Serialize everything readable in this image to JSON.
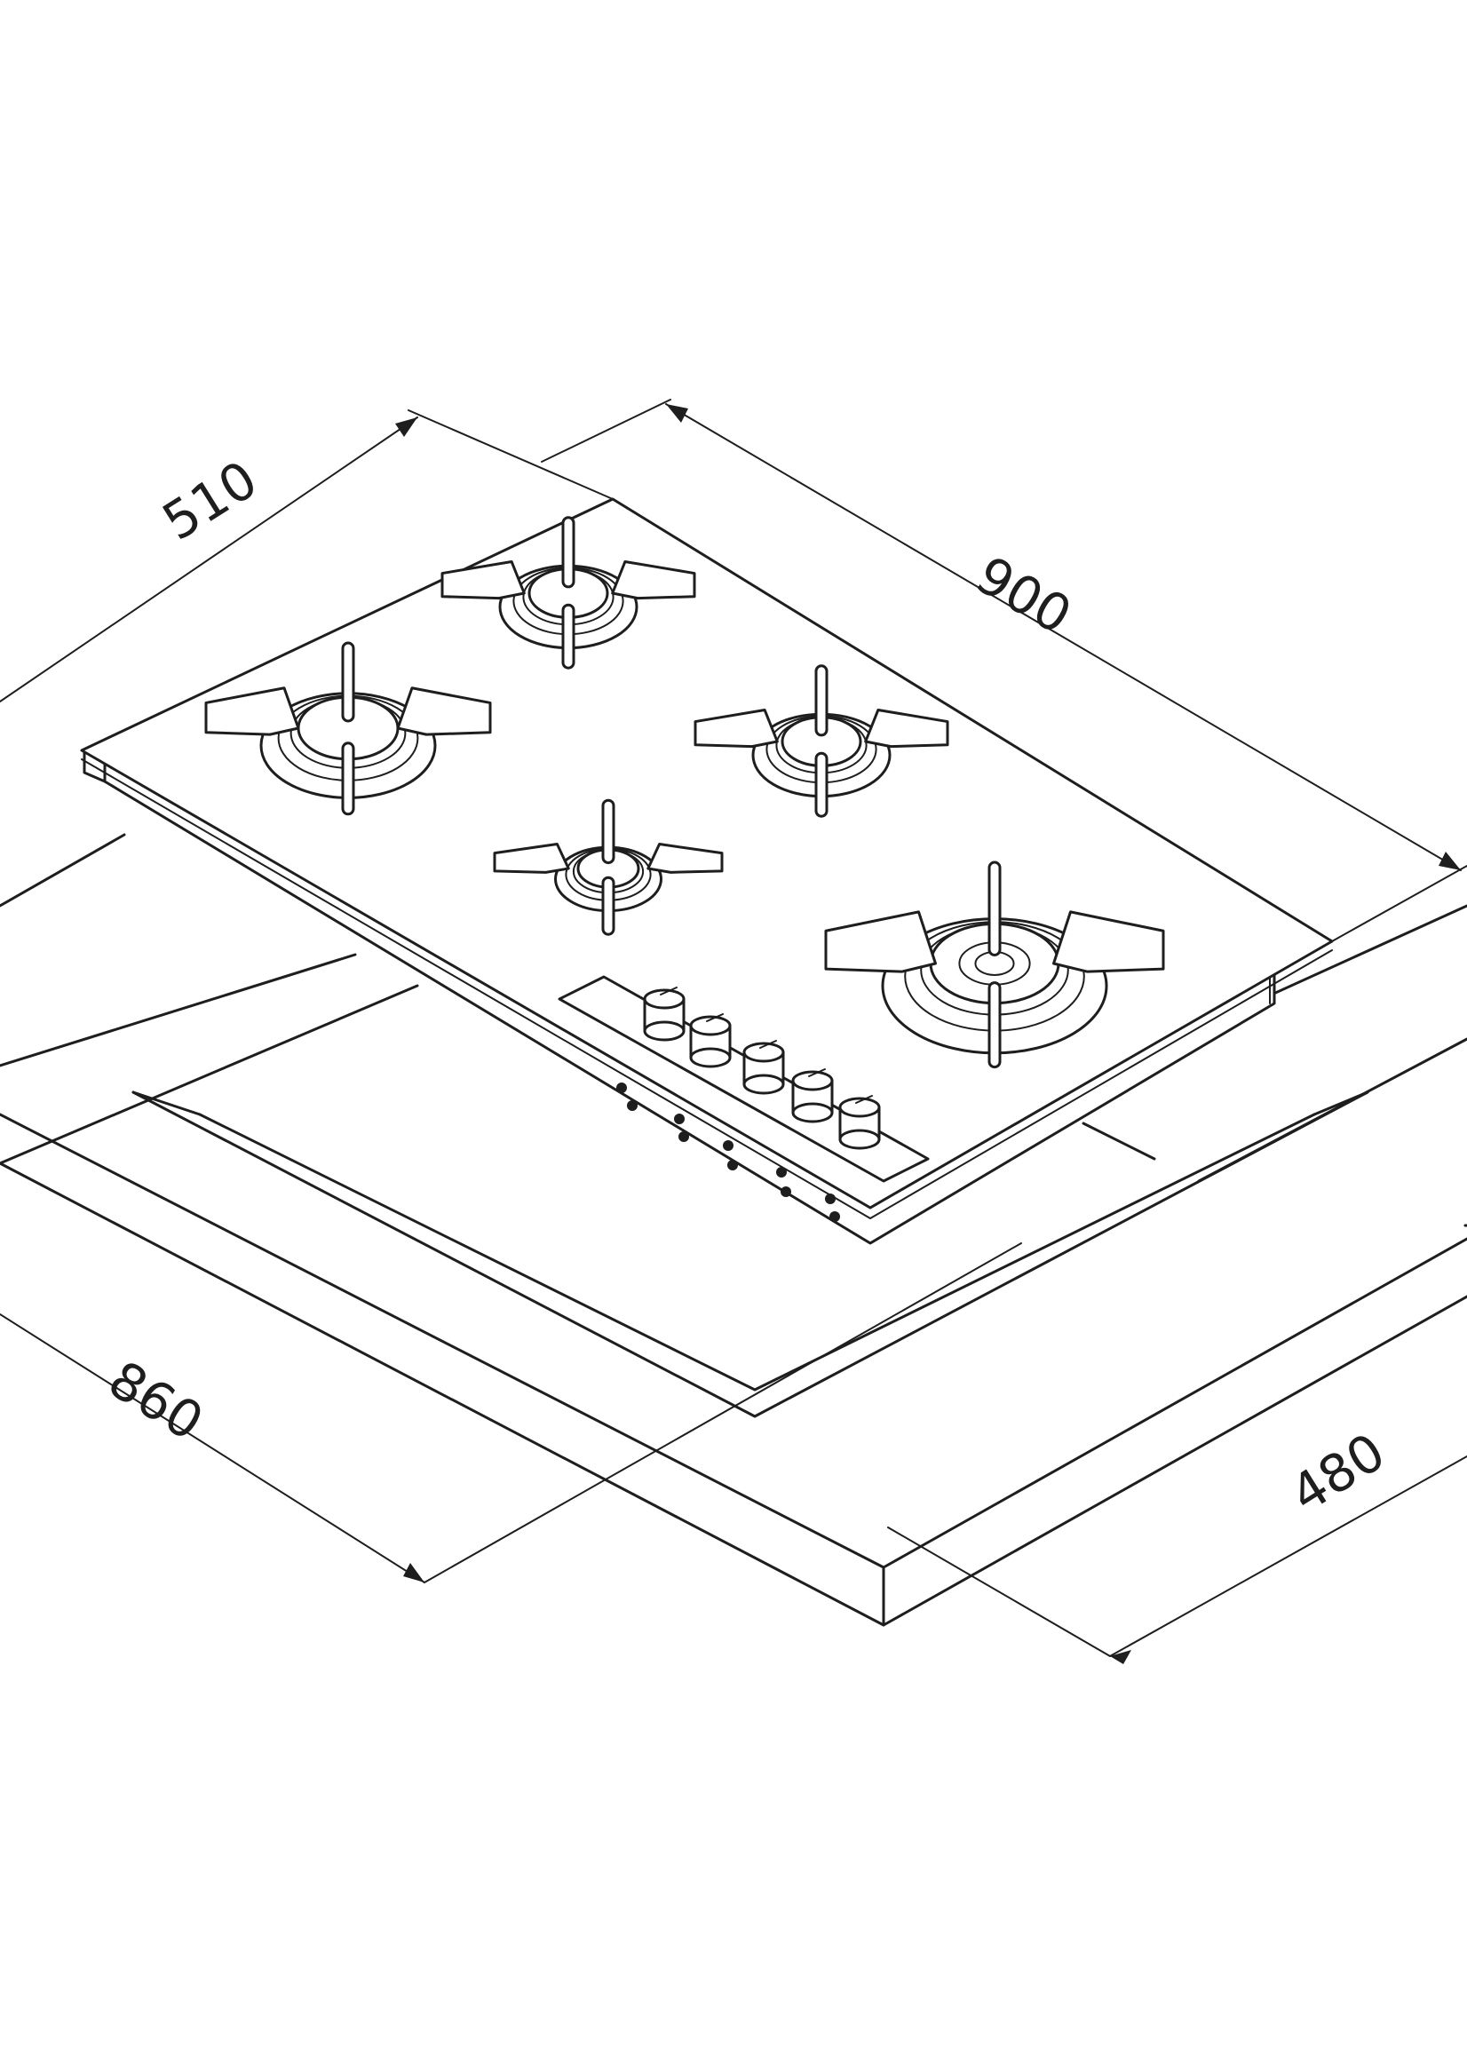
{
  "dimensions": {
    "hob_width": "900",
    "hob_depth": "510",
    "cutout_width": "860",
    "cutout_depth": "480"
  },
  "hob": {
    "burner_count": 5,
    "knob_count": 5
  },
  "colors": {
    "line": "#1e1e1e",
    "background": "#ffffff"
  }
}
